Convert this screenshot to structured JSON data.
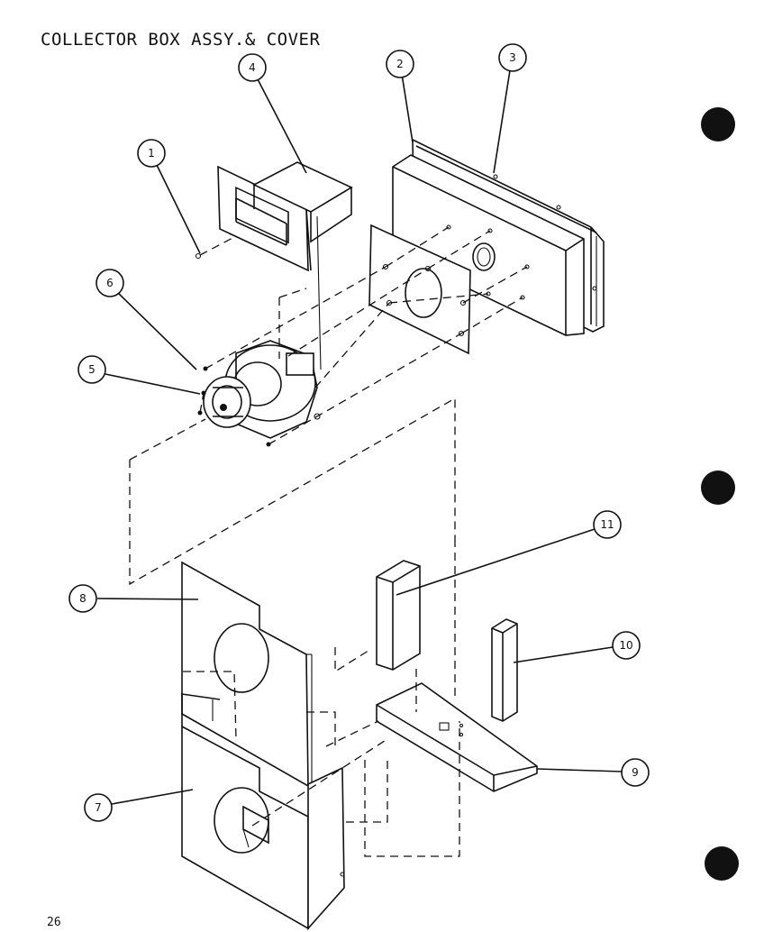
{
  "title": "COLLECTOR BOX ASSY.& COVER",
  "page_number": "26",
  "callouts": {
    "c1": "1",
    "c2": "2",
    "c3": "3",
    "c4": "4",
    "c5": "5",
    "c6": "6",
    "c7": "7",
    "c8": "8",
    "c9": "9",
    "c10": "10",
    "c11": "11"
  },
  "binder_hole_count": 3
}
